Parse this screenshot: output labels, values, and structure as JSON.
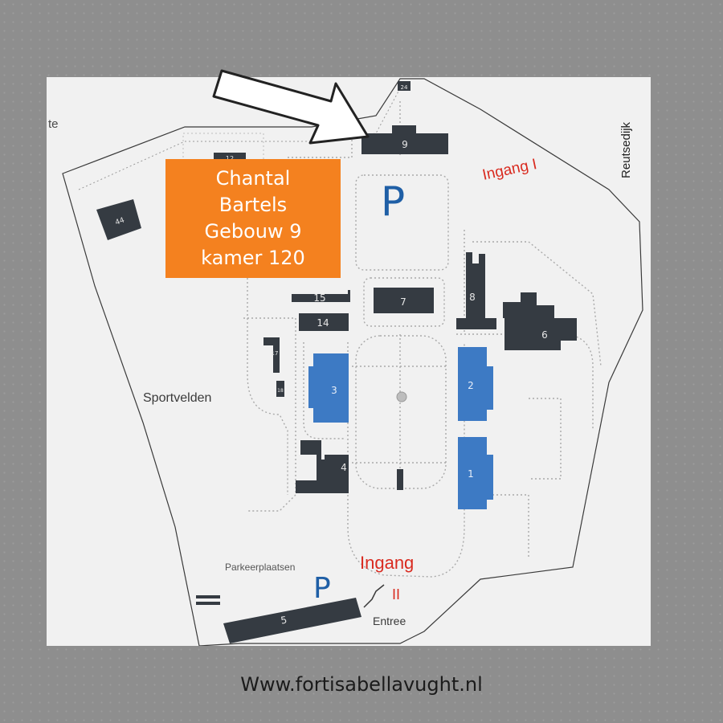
{
  "info_box": {
    "line1": "Chantal",
    "line2": "Bartels",
    "line3": "Gebouw 9",
    "line4": "kamer 120",
    "color": "#f4811f"
  },
  "labels": {
    "ingang_1": "Ingang I",
    "ingang_2_line1": "Ingang",
    "ingang_2_line2": "II",
    "reutsedijk": "Reutsedijk",
    "sportvelden": "Sportvelden",
    "parkeerplaatsen": "Parkeerplaatsen",
    "entree": "Entree",
    "parking_symbol_top": "P",
    "parking_symbol_bottom": "P",
    "top_left_fragment": "te"
  },
  "buildings": {
    "b1": "1",
    "b2": "2",
    "b3": "3",
    "b4": "4",
    "b5": "5",
    "b6": "6",
    "b7": "7",
    "b8": "8",
    "b9": "9",
    "b14": "14",
    "b15": "15",
    "b17": "17",
    "b24": "24",
    "b44": "44",
    "b12": "12",
    "b18": "18"
  },
  "website": "Www.fortisabellavught.nl",
  "colors": {
    "building_dark": "#353b42",
    "building_highlight": "#3d7ac4",
    "label_red": "#d92b20",
    "parking_blue": "#1f5fa6",
    "arrow_fill": "#ffffff",
    "arrow_stroke": "#222222"
  }
}
